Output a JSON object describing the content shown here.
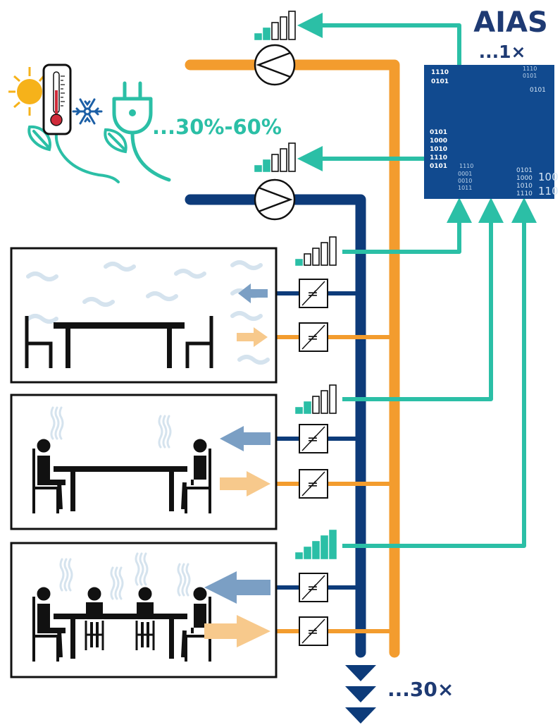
{
  "title": "AIAS",
  "controller_count": "...1×",
  "savings_label": "...30%-60%",
  "repeat_label": "...30×",
  "valve_symbol": "≠",
  "binary_left": [
    "1110",
    "0101",
    "0101",
    "1000",
    "1010",
    "1110",
    "0101"
  ],
  "binary_mid": [
    "1110",
    "0001",
    "0010",
    "1011",
    "1110",
    "0101"
  ],
  "binary_right": [
    "0101",
    "1000",
    "1010",
    "1110",
    "0101",
    "100",
    "110"
  ],
  "colors": {
    "brand_blue": "#1e3a73",
    "cold_pipe": "#0d3b7a",
    "hot_pipe": "#f39c2e",
    "signal_teal": "#2bbfa6",
    "chip_bg": "#114a8f",
    "sun": "#f6b21a",
    "snow": "#1c5fa6",
    "mist": "#d5e3ee",
    "cool_arrow": "#7b9fc4",
    "warm_arrow": "#f7c98c"
  },
  "signal_levels": {
    "pump_hot": 0.4,
    "pump_cold": 0.4,
    "room_1": 0.2,
    "room_2": 0.4,
    "room_3": 1.0
  },
  "rooms": [
    {
      "occupants": 0
    },
    {
      "occupants": 2
    },
    {
      "occupants": 4
    }
  ]
}
